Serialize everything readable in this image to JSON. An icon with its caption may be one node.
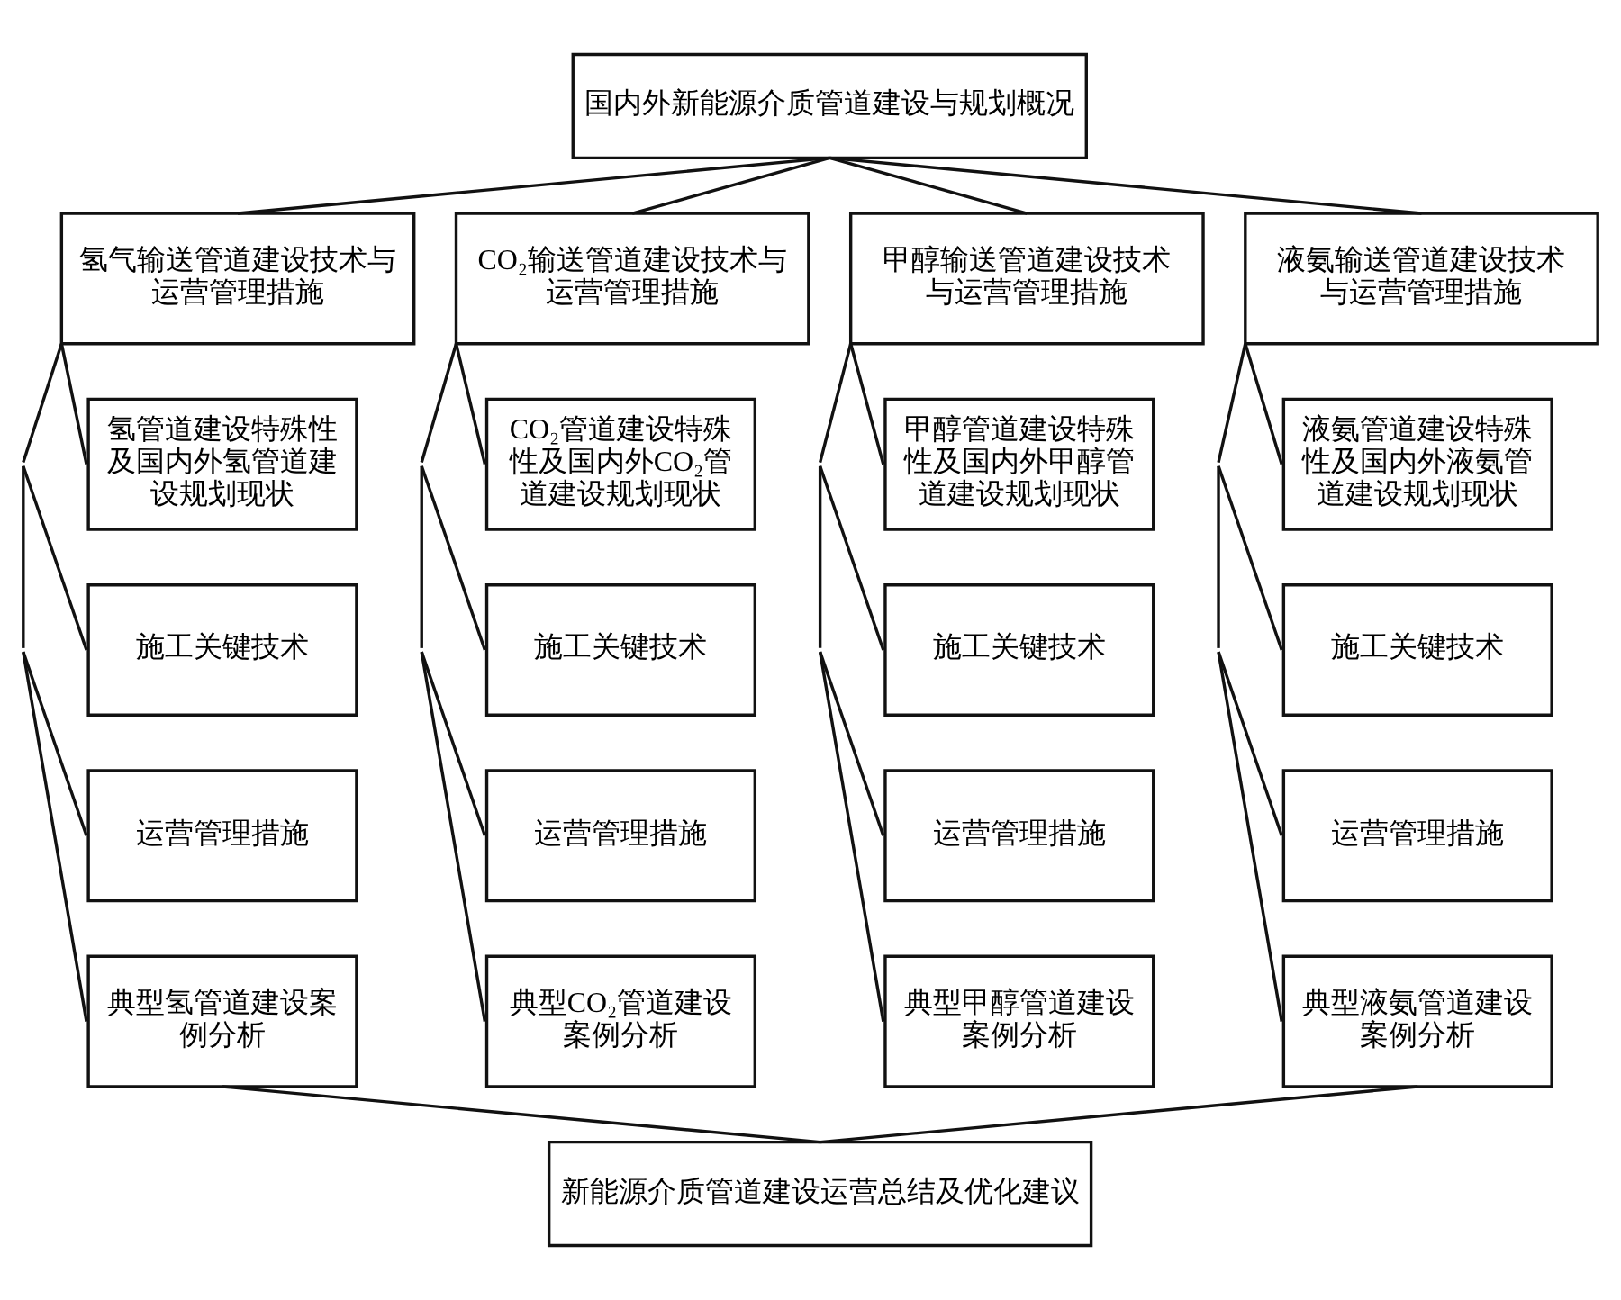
{
  "diagram": {
    "nodes": [
      {
        "text": [
          "国内外新能源介质管道建设与规划概况"
        ]
      },
      {
        "text": [
          "氢气输送管道建设技术与运营管理措施"
        ]
      },
      {
        "text": [
          "CO₂输送管道建设技术与运营管理措施"
        ]
      },
      {
        "text": [
          "甲醇输送管道建设技术与运营管理措施"
        ]
      },
      {
        "text": [
          "液氨输送管道建设技术与运营管理措施"
        ]
      },
      {
        "text": [
          "氢管道建设特殊性及国内外氢管道建设规划现状"
        ]
      },
      {
        "text": [
          "CO₂管道建设特殊性及国内外CO₂管道建设规划现状"
        ]
      },
      {
        "text": [
          "甲醇管道建设特殊性及国内外甲醇管道建设规划现状"
        ]
      },
      {
        "text": [
          "液氨管道建设特殊性及国内外液氨管道建设规划现状"
        ]
      },
      {
        "text": [
          "施工关键技术"
        ]
      },
      {
        "text": [
          "施工关键技术"
        ]
      },
      {
        "text": [
          "施工关键技术"
        ]
      },
      {
        "text": [
          "施工关键技术"
        ]
      },
      {
        "text": [
          "运营管理措施"
        ]
      },
      {
        "text": [
          "运营管理措施"
        ]
      },
      {
        "text": [
          "运营管理措施"
        ]
      },
      {
        "text": [
          "运营管理措施"
        ]
      },
      {
        "text": [
          "典型氢管道建设案例分析"
        ]
      },
      {
        "text": [
          "典型CO₂管道建设案例分析"
        ]
      },
      {
        "text": [
          "典型甲醇管道建设案例分析"
        ]
      },
      {
        "text": [
          "典型液氨管道建设案例分析"
        ]
      },
      {
        "text": [
          "新能源介质管道建设运营总结及优化建议"
        ]
      }
    ],
    "edges": [
      {
        "from": 0,
        "to": 1,
        "arrow": "none"
      },
      {
        "from": 0,
        "to": 2,
        "arrow": "none"
      },
      {
        "from": 0,
        "to": 3,
        "arrow": "none"
      },
      {
        "from": 0,
        "to": 4,
        "arrow": "none"
      },
      {
        "from": 1,
        "to": 5,
        "arrow": "none"
      },
      {
        "from": 1,
        "to": 9,
        "arrow": "none"
      },
      {
        "from": 1,
        "to": 13,
        "arrow": "none"
      },
      {
        "from": 1,
        "to": 17,
        "arrow": "none"
      },
      {
        "from": 2,
        "to": 6,
        "arrow": "none"
      },
      {
        "from": 2,
        "to": 10,
        "arrow": "none"
      },
      {
        "from": 2,
        "to": 14,
        "arrow": "none"
      },
      {
        "from": 2,
        "to": 18,
        "arrow": "none"
      },
      {
        "from": 3,
        "to": 7,
        "arrow": "none"
      },
      {
        "from": 3,
        "to": 11,
        "arrow": "none"
      },
      {
        "from": 3,
        "to": 15,
        "arrow": "none"
      },
      {
        "from": 3,
        "to": 19,
        "arrow": "none"
      },
      {
        "from": 4,
        "to": 8,
        "arrow": "none"
      },
      {
        "from": 4,
        "to": 12,
        "arrow": "none"
      },
      {
        "from": 4,
        "to": 16,
        "arrow": "none"
      },
      {
        "from": 4,
        "to": 20,
        "arrow": "none"
      },
      {
        "from": 17,
        "to": 21,
        "arrow": "none"
      },
      {
        "from": 20,
        "to": 21,
        "arrow": "none"
      }
    ]
  }
}
